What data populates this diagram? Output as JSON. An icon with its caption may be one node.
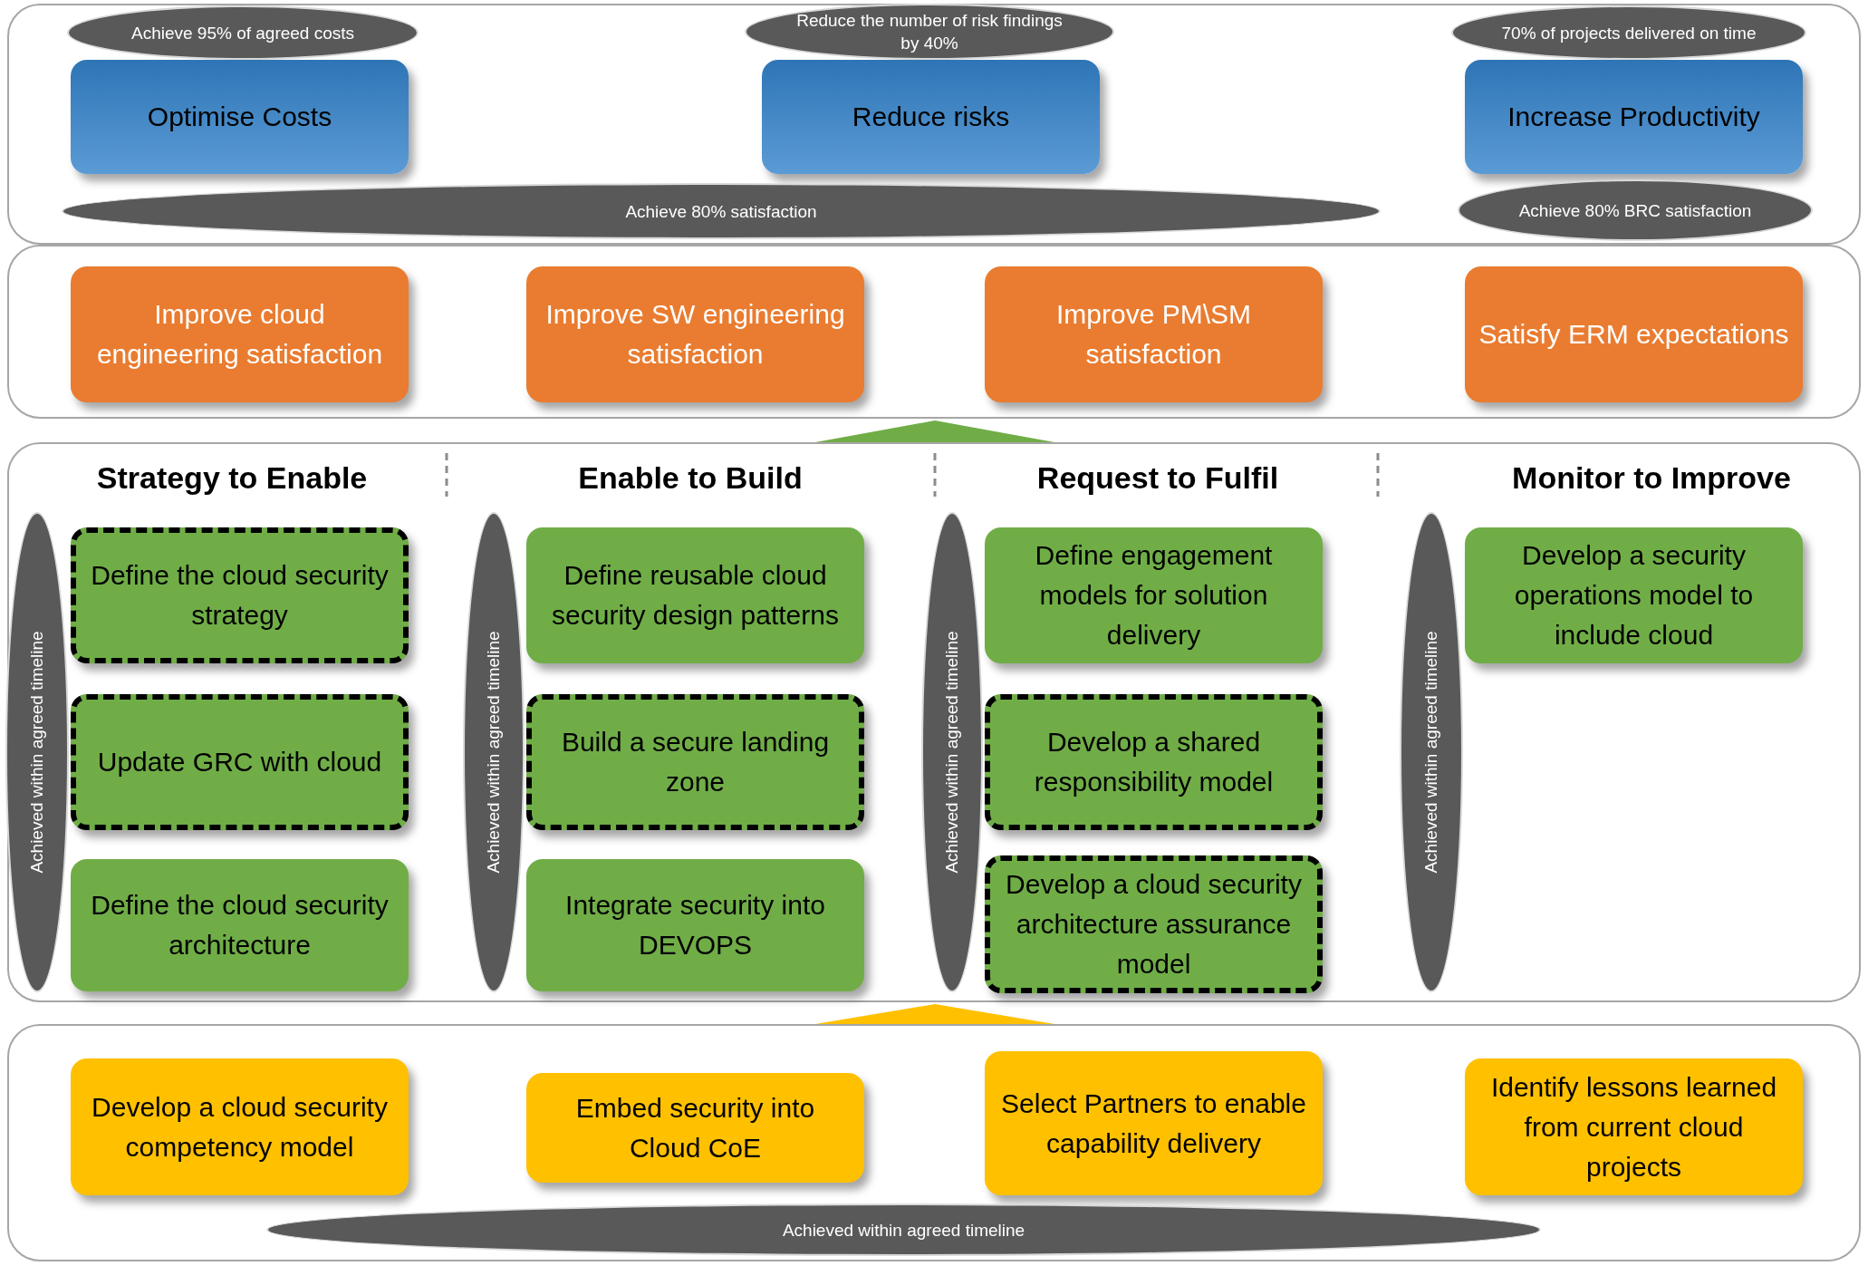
{
  "diagram": {
    "nodes": [
      {
        "text": [],
        "shape": "box"
      },
      {
        "text": [
          "Achieve 95% of agreed costs"
        ],
        "in": 0
      },
      {
        "text": [
          "Optimise Costs"
        ],
        "in": 0
      },
      {
        "text": [
          "Reduce the number of risk findings by 40%"
        ],
        "in": 0
      },
      {
        "text": [
          "Reduce risks"
        ],
        "in": 0
      },
      {
        "text": [
          "70% of projects delivered on time"
        ],
        "in": 0
      },
      {
        "text": [
          "Increase Productivity"
        ],
        "in": 0
      },
      {
        "text": [],
        "shape": "box"
      },
      {
        "text": [
          "Achieve 80% satisfaction"
        ],
        "in": 0
      },
      {
        "text": [
          "Improve cloud engineering satisfaction"
        ],
        "in": 7
      },
      {
        "text": [
          "Improve SW engineering satisfaction"
        ],
        "in": 7
      },
      {
        "text": [
          "Improve PM\\SM satisfaction"
        ],
        "in": 7
      },
      {
        "text": [
          "Achieve 80% BRC satisfaction"
        ],
        "in": 0
      },
      {
        "text": [
          "Satisfy ERM expectations"
        ],
        "in": 7
      },
      {
        "text": [],
        "shape": "box"
      },
      {
        "text": [
          "Achieved within agreed timeline"
        ],
        "in": 14
      },
      {
        "text": [
          "Define the cloud security strategy"
        ],
        "in": 14
      },
      {
        "text": [
          "Update GRC with cloud"
        ],
        "in": 14
      },
      {
        "text": [
          "Define the cloud security architecture"
        ],
        "in": 14
      },
      {
        "text": [
          "Achieved within agreed timeline"
        ],
        "in": 14
      },
      {
        "text": [
          "Define reusable cloud security design patterns"
        ],
        "in": 14
      },
      {
        "text": [
          "Build a secure landing zone"
        ],
        "in": 14
      },
      {
        "text": [
          "Integrate security into DEVOPS"
        ],
        "in": 14
      },
      {
        "text": [
          "Achieved within agreed timeline"
        ],
        "in": 14
      },
      {
        "text": [
          "Define engagement models for solution delivery"
        ],
        "in": 14
      },
      {
        "text": [
          "Develop a shared responsibility model"
        ],
        "in": 14
      },
      {
        "text": [
          "Develop a cloud security architecture assurance model"
        ],
        "in": 14
      },
      {
        "text": [
          "Achieved within agreed timeline"
        ],
        "in": 14
      },
      {
        "text": [
          "Develop a security operations model to include cloud"
        ],
        "in": 14
      },
      {
        "text": [],
        "shape": "box"
      },
      {
        "text": [
          "Develop a cloud security competency model"
        ],
        "in": 29
      },
      {
        "text": [
          "Embed security into Cloud CoE"
        ],
        "in": 29
      },
      {
        "text": [
          "Select Partners to enable capability delivery"
        ],
        "in": 29
      },
      {
        "text": [
          "Identify lessons learned from current cloud projects"
        ],
        "in": 29
      },
      {
        "text": [
          "Achieved within agreed timeline"
        ],
        "in": 29
      },
      {
        "text": [],
        "shape": "triangle"
      },
      {
        "text": [],
        "shape": "triangle"
      }
    ],
    "edges": [],
    "labels": [
      "Strategy to Enable",
      "Enable to Build",
      "Request to Fulfil",
      "Monitor to Improve"
    ]
  }
}
